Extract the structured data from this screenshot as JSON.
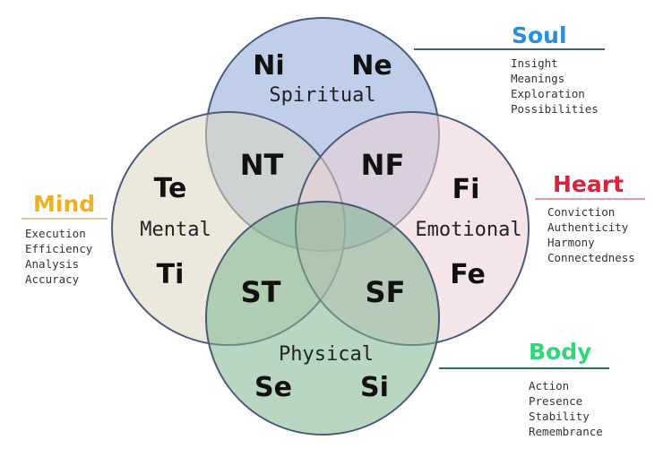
{
  "circles": {
    "spiritual": {
      "label": "Spiritual",
      "functions": [
        "Ni",
        "Ne"
      ],
      "fill": "#8aa8d8"
    },
    "mental": {
      "label": "Mental",
      "functions": [
        "Te",
        "Ti"
      ],
      "fill": "#ddd6bd"
    },
    "emotional": {
      "label": "Emotional",
      "functions": [
        "Fi",
        "Fe"
      ],
      "fill": "#efcfd6"
    },
    "physical": {
      "label": "Physical",
      "functions": [
        "Se",
        "Si"
      ],
      "fill": "#7fb48e"
    }
  },
  "overlaps": [
    "NT",
    "NF",
    "ST",
    "SF"
  ],
  "legend": {
    "soul": {
      "title": "Soul",
      "color": "#2a8fd8",
      "items": [
        "Insight",
        "Meanings",
        "Exploration",
        "Possibilities"
      ]
    },
    "heart": {
      "title": "Heart",
      "color": "#e0203a",
      "items": [
        "Conviction",
        "Authenticity",
        "Harmony",
        "Connectedness"
      ]
    },
    "mind": {
      "title": "Mind",
      "color": "#f0b020",
      "items": [
        "Execution",
        "Efficiency",
        "Analysis",
        "Accuracy"
      ]
    },
    "body": {
      "title": "Body",
      "color": "#33d67a",
      "items": [
        "Action",
        "Presence",
        "Stability",
        "Remembrance"
      ]
    }
  },
  "stroke_color": "#4a5a78"
}
